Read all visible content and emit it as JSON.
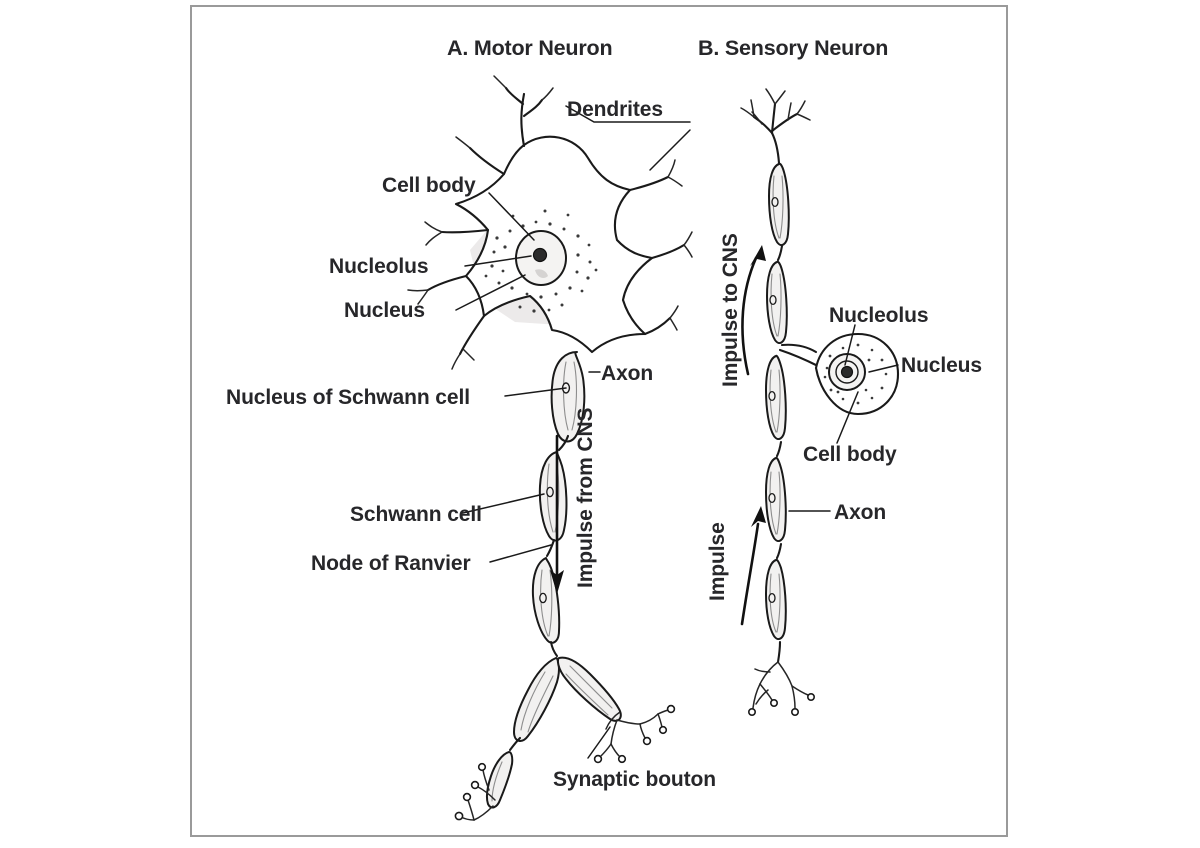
{
  "figure": {
    "background_color": "#ffffff",
    "frame_color": "#9a9a9a",
    "ink_color": "#1a1a1a",
    "text_color": "#27272a",
    "alt": "Comparative diagram of a motor neuron and a sensory neuron"
  },
  "panels": {
    "motor": {
      "title": "A. Motor Neuron",
      "labels": {
        "dendrites": "Dendrites",
        "cell_body": "Cell body",
        "nucleolus": "Nucleolus",
        "nucleus": "Nucleus",
        "axon": "Axon",
        "nucleus_of_schwann_cell": "Nucleus of Schwann cell",
        "schwann_cell": "Schwann cell",
        "node_of_ranvier": "Node of Ranvier",
        "synaptic_bouton": "Synaptic bouton",
        "impulse": "Impulse from CNS"
      }
    },
    "sensory": {
      "title": "B. Sensory Neuron",
      "labels": {
        "nucleolus": "Nucleolus",
        "nucleus": "Nucleus",
        "cell_body": "Cell body",
        "axon": "Axon",
        "impulse_to_cns": "Impulse to CNS",
        "impulse": "Impulse"
      }
    }
  }
}
